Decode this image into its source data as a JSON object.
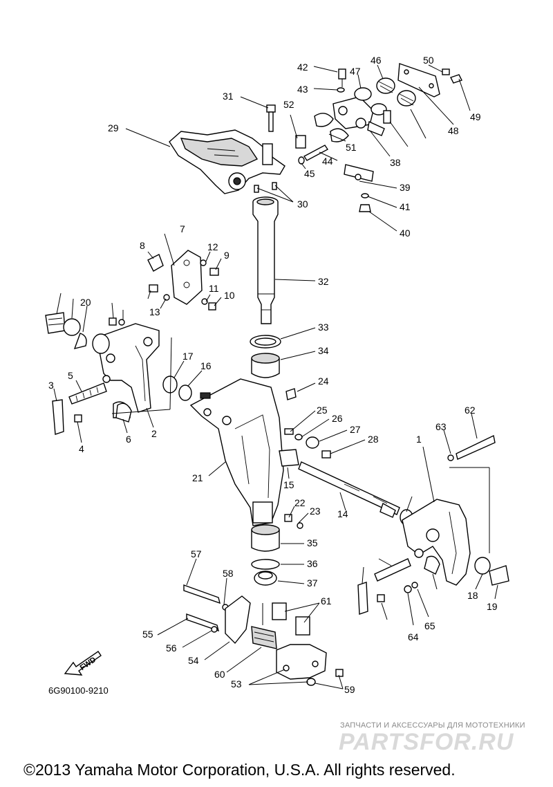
{
  "diagram": {
    "part_numbers": [
      "1",
      "2",
      "3",
      "4",
      "5",
      "6",
      "7",
      "8",
      "9",
      "10",
      "11",
      "12",
      "13",
      "14",
      "15",
      "16",
      "17",
      "18",
      "19",
      "20",
      "21",
      "22",
      "23",
      "24",
      "25",
      "26",
      "27",
      "28",
      "29",
      "30",
      "31",
      "32",
      "33",
      "34",
      "35",
      "36",
      "37",
      "38",
      "39",
      "40",
      "41",
      "42",
      "43",
      "44",
      "45",
      "46",
      "47",
      "48",
      "49",
      "50",
      "51",
      "52",
      "53",
      "54",
      "55",
      "56",
      "57",
      "58",
      "59",
      "60",
      "61",
      "62",
      "63",
      "64",
      "65"
    ],
    "fwd_label": "FWD",
    "drawing_code": "6G90100-9210"
  },
  "watermark": {
    "caption": "ЗАПЧАСТИ И АКСЕССУАРЫ ДЛЯ МОТОТЕХНИКИ",
    "logo": "PARTSFOR.RU"
  },
  "footer": {
    "copyright": "©2013 Yamaha Motor Corporation, U.S.A. All rights reserved."
  }
}
